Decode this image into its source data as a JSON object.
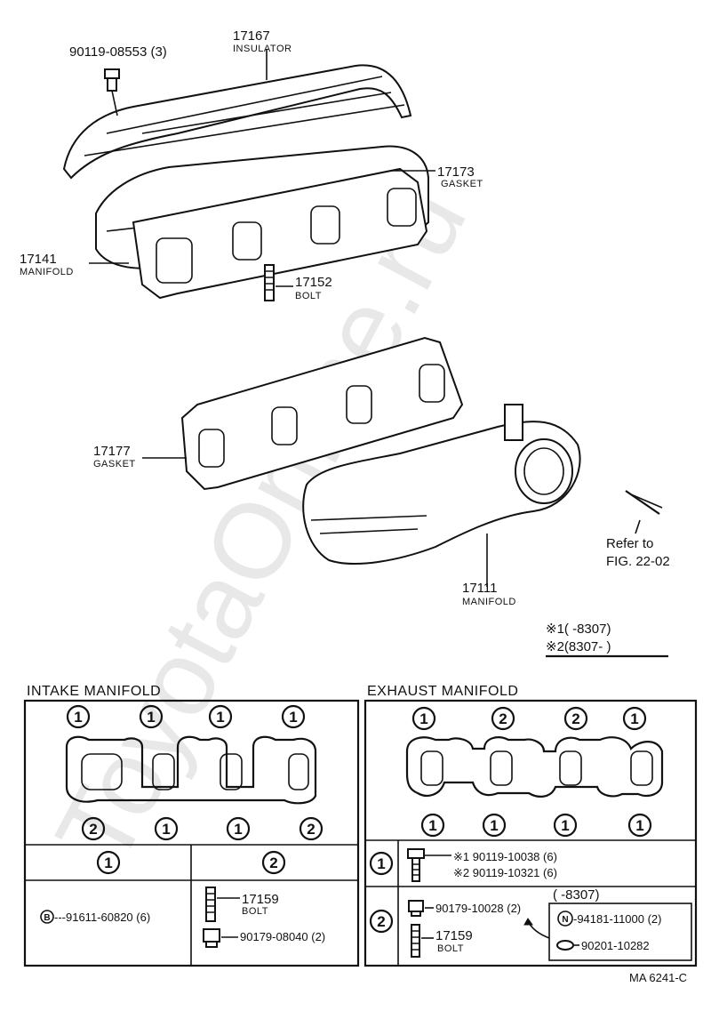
{
  "top": {
    "bolt_90119": "90119-08553 (3)",
    "insulator_num": "17167",
    "insulator_name": "INSULATOR",
    "gasket_17173_num": "17173",
    "gasket_17173_name": "GASKET",
    "manifold_17141_num": "17141",
    "manifold_17141_name": "MANIFOLD",
    "bolt_17152_num": "17152",
    "bolt_17152_name": "BOLT",
    "gasket_17177_num": "17177",
    "gasket_17177_name": "GASKET",
    "refer_line1": "Refer to",
    "refer_line2": "FIG. 22-02",
    "manifold_17111_num": "17111",
    "manifold_17111_name": "MANIFOLD",
    "note1": "※1(      -8307)",
    "note2": "※2(8307-        )"
  },
  "intake": {
    "title": "INTAKE  MANIFOLD",
    "top_marks": [
      "1",
      "1",
      "1",
      "1"
    ],
    "bottom_marks": [
      "2",
      "1",
      "1",
      "2"
    ],
    "col1_header": "1",
    "col2_header": "2",
    "stud_part": "B---91611-60820 (6)",
    "stud_marker": "B",
    "stud_text": "---91611-60820 (6)",
    "bolt_num": "17159",
    "bolt_name": "BOLT",
    "nut_text": "90179-08040 (2)"
  },
  "exhaust": {
    "title": "EXHAUST  MANIFOLD",
    "top_marks": [
      "1",
      "2",
      "2",
      "1"
    ],
    "bottom_marks": [
      "1",
      "1",
      "1",
      "1"
    ],
    "row1_marker": "1",
    "row2_marker": "2",
    "bolt1": "※1 90119-10038 (6)",
    "bolt2": "※2 90119-10321 (6)",
    "nut_text": "90179-10028 (2)",
    "bolt_num": "17159",
    "bolt_name": "BOLT",
    "box_header": "(      -8307)",
    "n_marker": "N",
    "n_text": "-94181-11000 (2)",
    "washer_text": "90201-10282"
  },
  "footer": {
    "code": "MA 6241-C"
  },
  "watermark": {
    "text": "ToyotaOnline.ru"
  }
}
